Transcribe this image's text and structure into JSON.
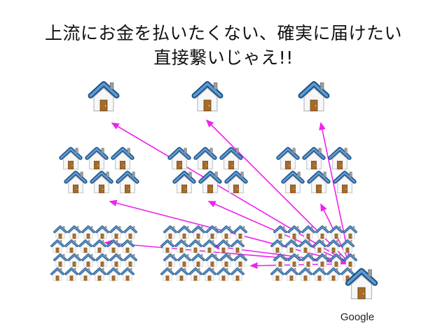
{
  "title": {
    "line1": "上流にお金を払いたくない、確実に届けたい",
    "line2": "直接繋いじゃえ!!"
  },
  "hub": {
    "label": "Google",
    "icon": "house-icon"
  },
  "colors": {
    "arrow": "#ee22ee",
    "roof": "#2f6fa8",
    "roof_dark": "#1d4f82",
    "wall": "#f4f4f4",
    "door": "#a56b2a"
  },
  "groups": [
    {
      "name": "tier1-left",
      "icon": "house-icon",
      "count": 1
    },
    {
      "name": "tier1-mid",
      "icon": "house-icon",
      "count": 1
    },
    {
      "name": "tier1-right",
      "icon": "house-icon",
      "count": 1
    },
    {
      "name": "tier2-left",
      "icon": "house-icon",
      "count": 6
    },
    {
      "name": "tier2-mid",
      "icon": "house-icon",
      "count": 6
    },
    {
      "name": "tier2-right",
      "icon": "house-icon",
      "count": 6
    },
    {
      "name": "tier3-left",
      "icon": "house-icon",
      "count": 24
    },
    {
      "name": "tier3-mid",
      "icon": "house-icon",
      "count": 24
    },
    {
      "name": "tier3-right",
      "icon": "house-icon",
      "count": 24
    }
  ]
}
